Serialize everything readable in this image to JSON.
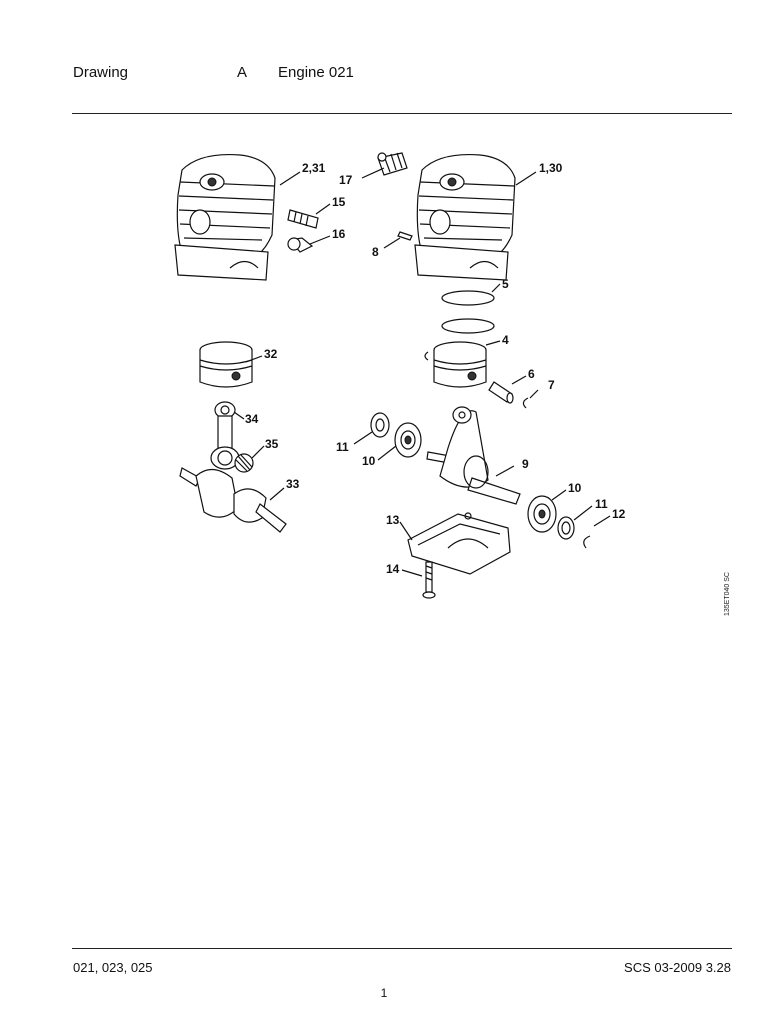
{
  "header": {
    "drawing_label": "Drawing",
    "letter": "A",
    "title": "Engine 021"
  },
  "callouts": [
    "2,31",
    "17",
    "1,30",
    "15",
    "16",
    "8",
    "5",
    "4",
    "32",
    "6",
    "7",
    "34",
    "11",
    "35",
    "10",
    "9",
    "33",
    "10",
    "11",
    "12",
    "13",
    "14"
  ],
  "figure_code": "135ET040 SC",
  "footer": {
    "models": "021, 023, 025",
    "ref": "SCS 03-2009 3.28",
    "page": "1"
  }
}
